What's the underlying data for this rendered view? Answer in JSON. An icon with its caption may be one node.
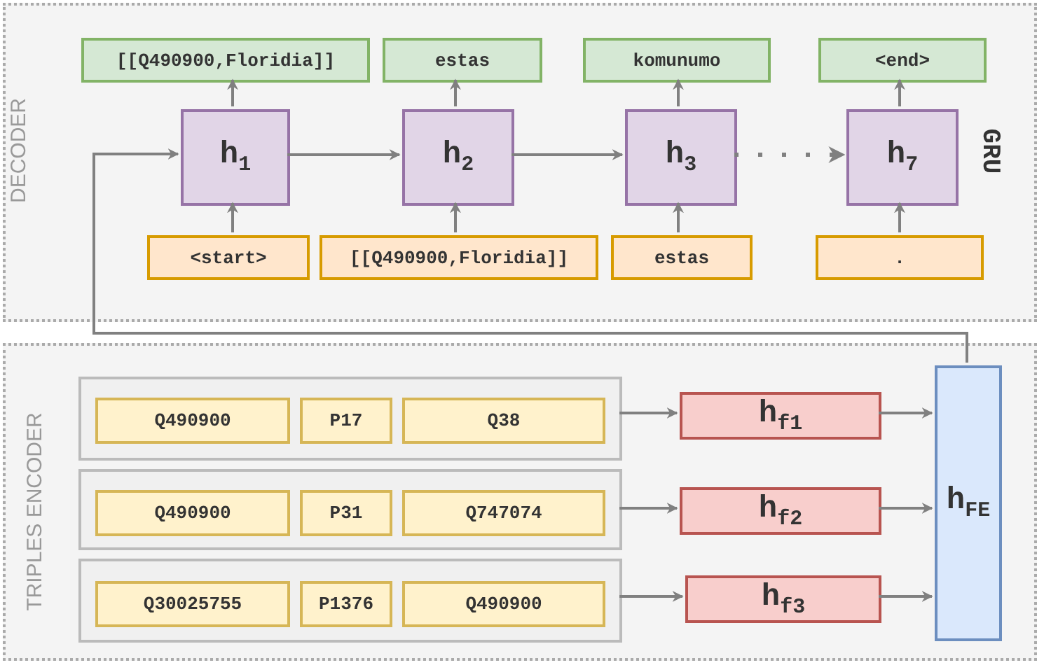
{
  "diagram": {
    "nodes": [
      {
        "text": [
          "DECODER"
        ]
      },
      {
        "text": [
          "[[Q490900,Floridia]]"
        ],
        "in": 0
      },
      {
        "text": [
          "estas"
        ],
        "in": 0
      },
      {
        "text": [
          "komunumo"
        ],
        "in": 0
      },
      {
        "text": [
          "<end>"
        ],
        "in": 0
      },
      {
        "text": [
          "h$_{1}$"
        ],
        "in": 0
      },
      {
        "text": [
          "h$_{2}$"
        ],
        "in": 0
      },
      {
        "text": [
          "h$_{3}$"
        ],
        "in": 0
      },
      {
        "text": [
          "h$_{7}$"
        ],
        "in": 0
      },
      {
        "text": [
          "<start>"
        ],
        "in": 0
      },
      {
        "text": [
          "[[Q490900,Floridia]]"
        ],
        "in": 0
      },
      {
        "text": [
          "estas"
        ],
        "in": 0
      },
      {
        "text": [
          "."
        ],
        "in": 0
      },
      {
        "text": [
          "TRIPLES ENCODER"
        ]
      },
      {
        "text": [],
        "shape": "box",
        "in": 13
      },
      {
        "text": [
          "Q490900"
        ],
        "in": 14
      },
      {
        "text": [
          "P17"
        ],
        "in": 14
      },
      {
        "text": [
          "Q38"
        ],
        "in": 14
      },
      {
        "text": [],
        "shape": "box",
        "in": 13
      },
      {
        "text": [
          "Q490900"
        ],
        "in": 18
      },
      {
        "text": [
          "P31"
        ],
        "in": 18
      },
      {
        "text": [
          "Q747074"
        ],
        "in": 18
      },
      {
        "text": [],
        "shape": "box",
        "in": 13
      },
      {
        "text": [
          "Q30025755"
        ],
        "in": 22
      },
      {
        "text": [
          "P1376"
        ],
        "in": 22
      },
      {
        "text": [
          "Q490900"
        ],
        "in": 22
      },
      {
        "text": [
          "h$_{f1}$"
        ],
        "in": 13
      },
      {
        "text": [
          "h$_{f2}$"
        ],
        "in": 13
      },
      {
        "text": [
          "h$_{f3}$"
        ],
        "in": 13
      },
      {
        "text": [
          "h$_{FE}$"
        ],
        "in": 13
      }
    ],
    "edges": [
      {
        "from": 5,
        "to": 1,
        "arrow": "to"
      },
      {
        "from": 6,
        "to": 2,
        "arrow": "to"
      },
      {
        "from": 7,
        "to": 3,
        "arrow": "to"
      },
      {
        "from": 8,
        "to": 4,
        "arrow": "to"
      },
      {
        "from": 9,
        "to": 5,
        "arrow": "to"
      },
      {
        "from": 10,
        "to": 6,
        "arrow": "to"
      },
      {
        "from": 11,
        "to": 7,
        "arrow": "to"
      },
      {
        "from": 12,
        "to": 8,
        "arrow": "to"
      },
      {
        "from": 5,
        "to": 6,
        "arrow": "to"
      },
      {
        "from": 6,
        "to": 7,
        "arrow": "to"
      },
      {
        "from": 7,
        "to": 8,
        "arrow": "to",
        "style": "dashed"
      },
      {
        "from": 14,
        "to": 26,
        "arrow": "to"
      },
      {
        "from": 18,
        "to": 27,
        "arrow": "to"
      },
      {
        "from": 22,
        "to": 28,
        "arrow": "to"
      },
      {
        "from": 26,
        "to": 29,
        "arrow": "to"
      },
      {
        "from": 27,
        "to": 29,
        "arrow": "to"
      },
      {
        "from": 28,
        "to": 29,
        "arrow": "to"
      },
      {
        "from": 29,
        "to": 5,
        "arrow": "to"
      }
    ],
    "labels": [
      "GRU"
    ]
  }
}
